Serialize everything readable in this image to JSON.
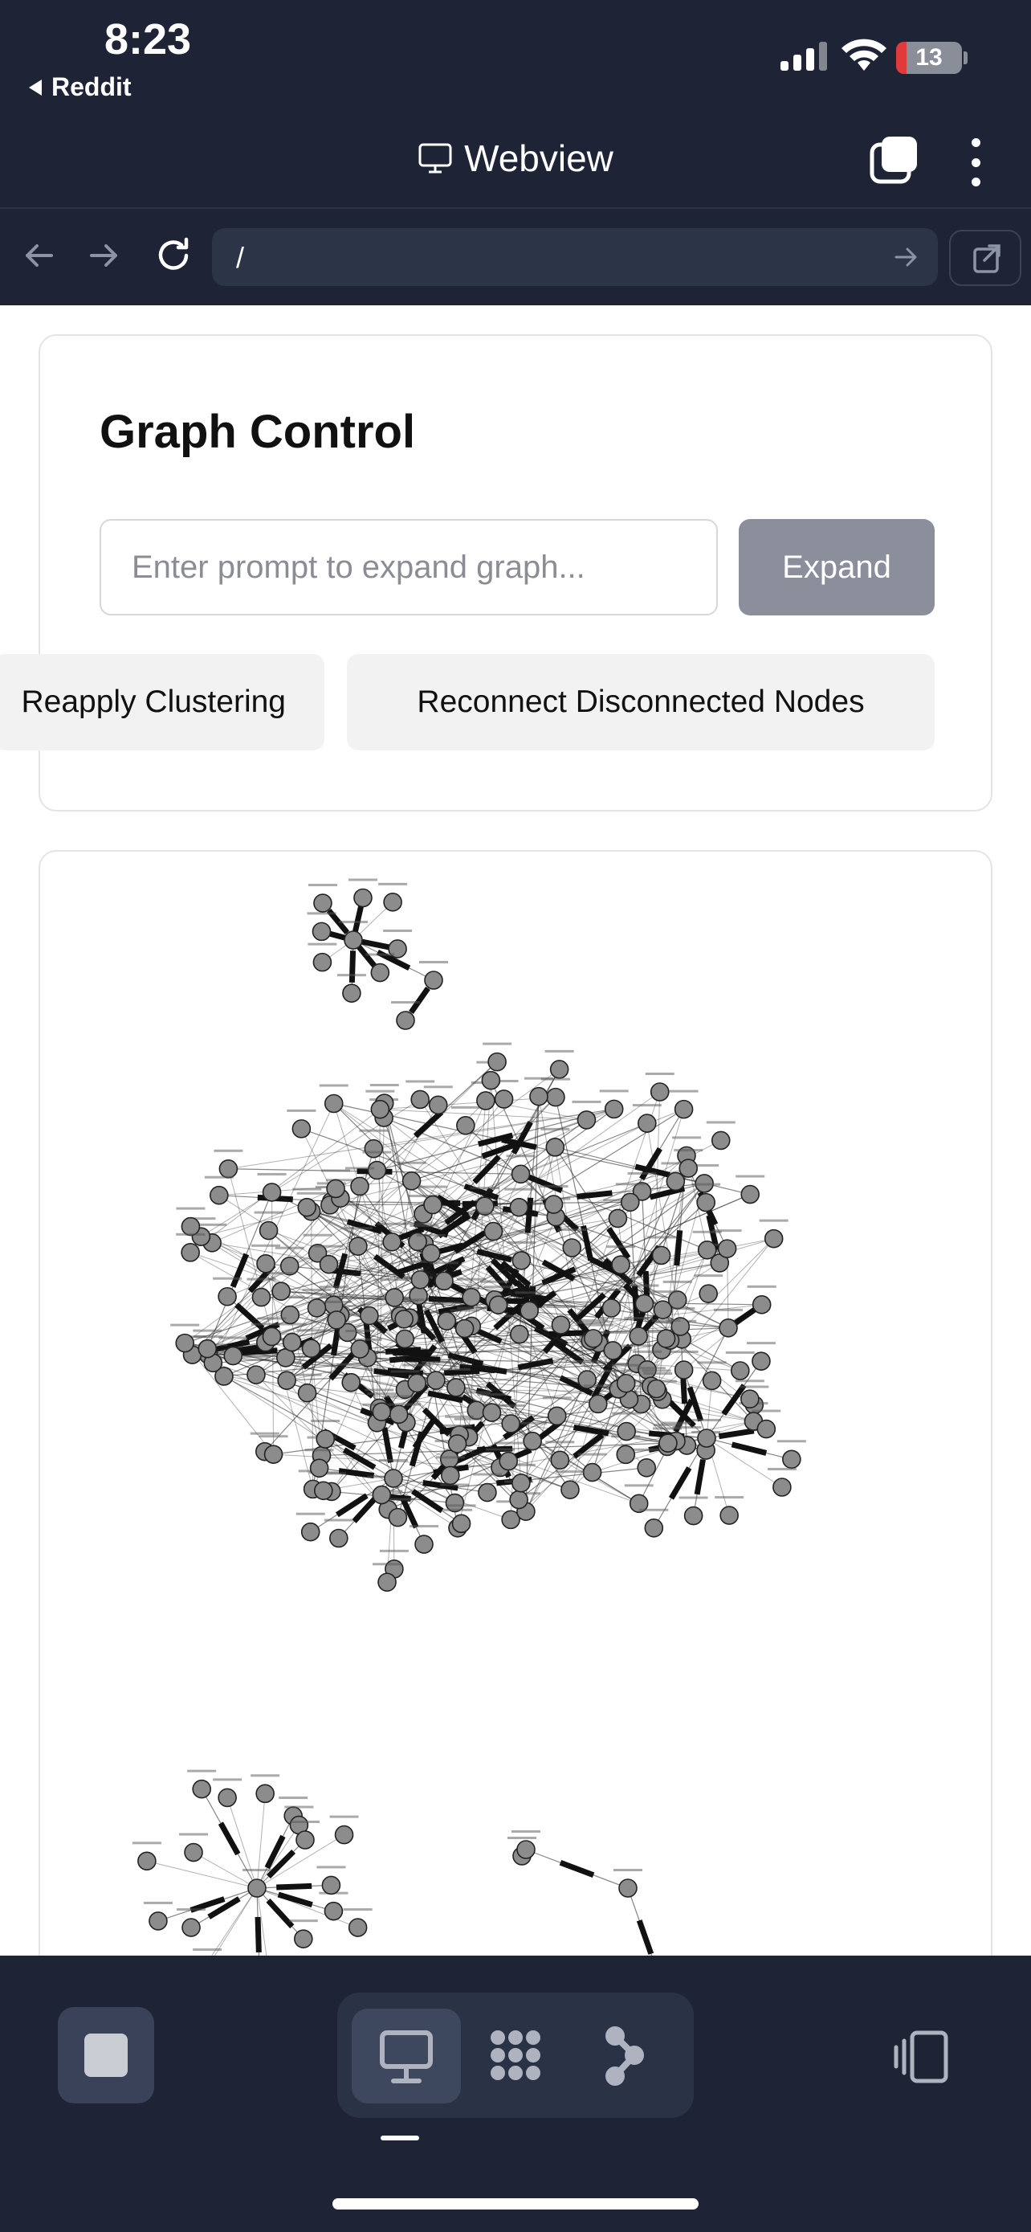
{
  "status_bar": {
    "time": "8:23",
    "back_app": "Reddit",
    "battery": "13",
    "battery_level_percent": 13,
    "battery_color": "#e03a3a",
    "icons": [
      "signal-icon",
      "wifi-icon",
      "battery-charging-icon"
    ]
  },
  "title_bar": {
    "title": "Webview",
    "icons": [
      "monitor-icon",
      "tabs-icon",
      "more-vertical-icon"
    ]
  },
  "nav_bar": {
    "url": "/",
    "icons": [
      "arrow-left-icon",
      "arrow-right-icon",
      "reload-icon",
      "go-arrow-icon",
      "external-link-icon"
    ]
  },
  "control_card": {
    "title": "Graph Control",
    "prompt_placeholder": "Enter prompt to expand graph...",
    "expand_label": "Expand",
    "recluster_label": "Reapply Clustering",
    "reconnect_label": "Reconnect Disconnected Nodes"
  },
  "graph": {
    "node_color": "#8c8c8c",
    "edge_color": "#222222"
  },
  "bottom_bar": {
    "active_tab": "desktop",
    "icons": [
      "stop-icon",
      "monitor-icon",
      "grid-dots-icon",
      "node-graph-icon",
      "rotate-device-icon"
    ]
  }
}
